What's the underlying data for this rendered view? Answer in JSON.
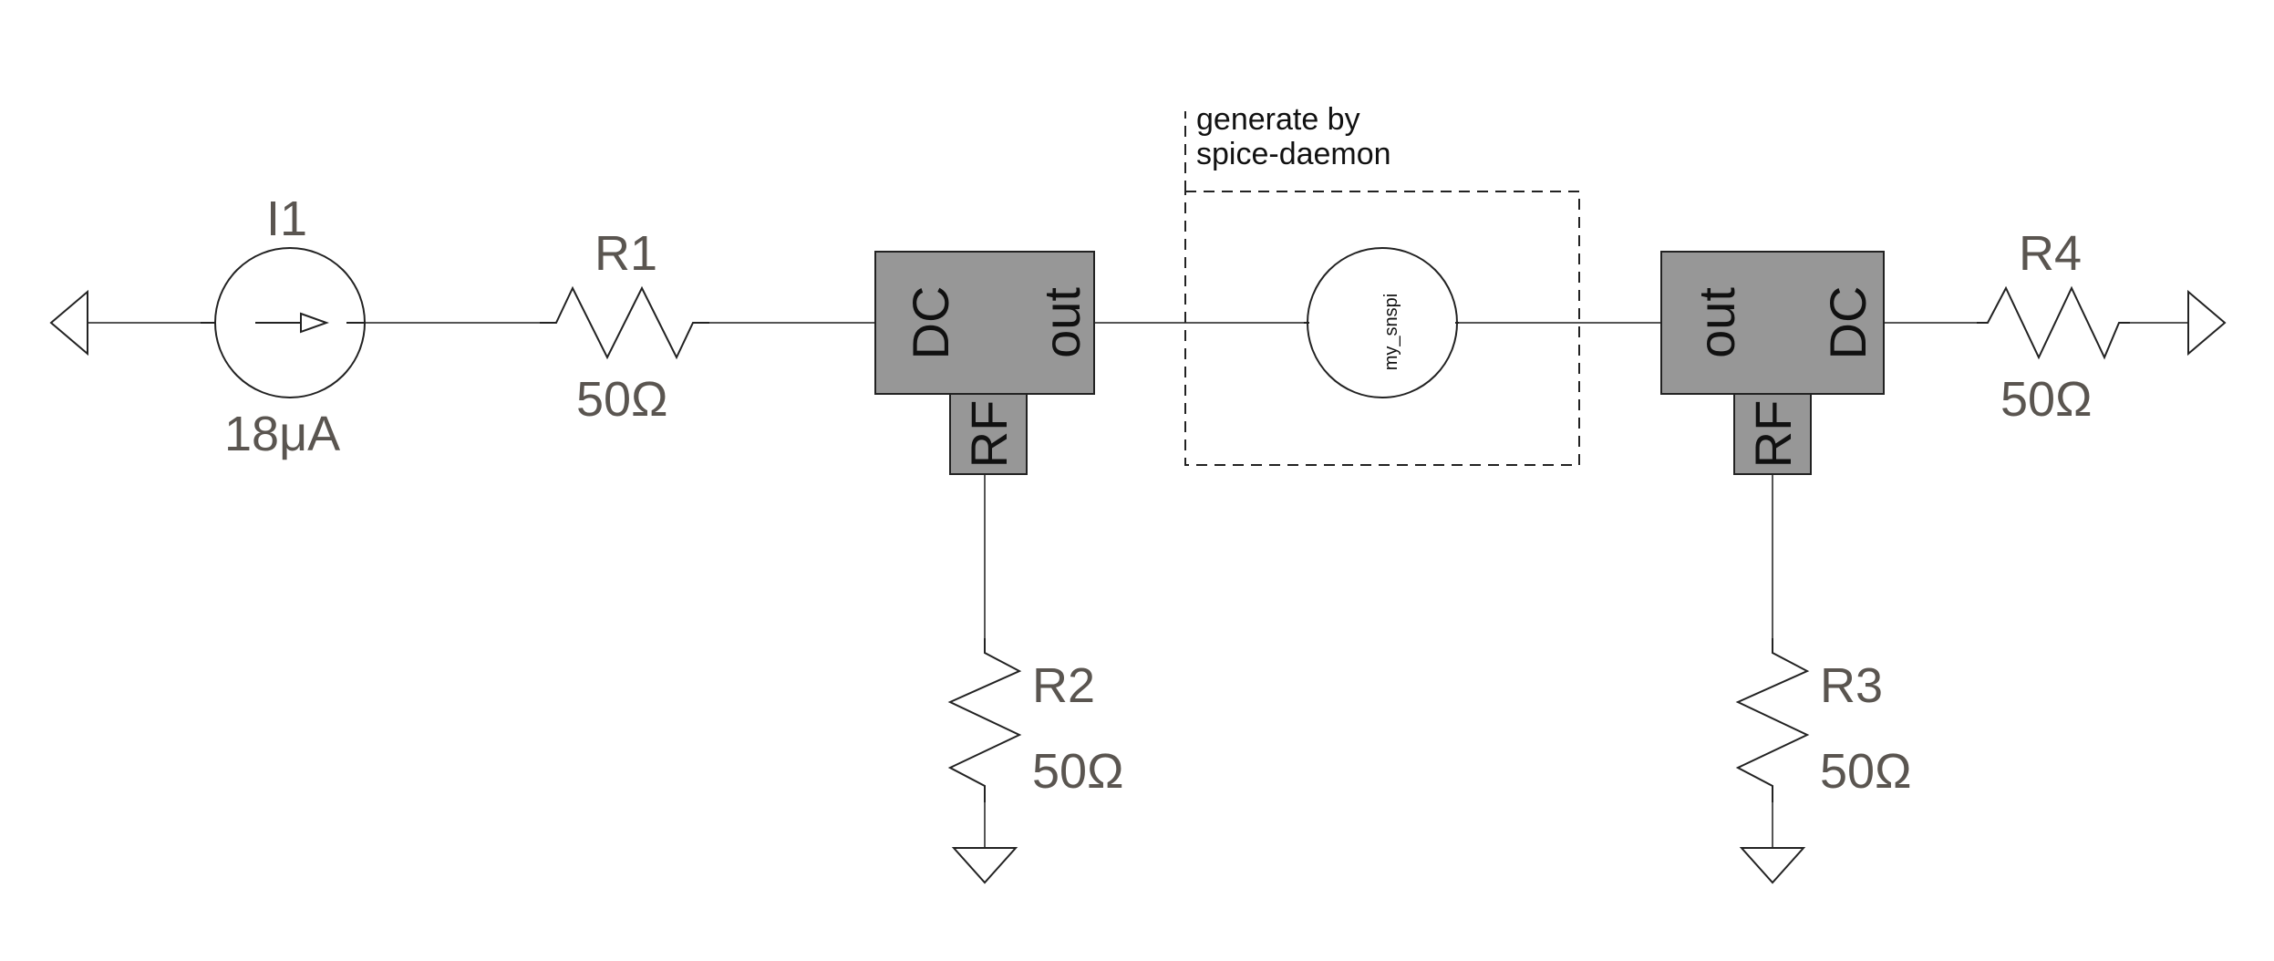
{
  "title": "",
  "annotation": {
    "line1": "generate by",
    "line2": "spice-daemon"
  },
  "current_source": {
    "name": "I1",
    "value": "18μA"
  },
  "resistors": [
    {
      "name": "R1",
      "value": "50Ω"
    },
    {
      "name": "R2",
      "value": "50Ω"
    },
    {
      "name": "R3",
      "value": "50Ω"
    },
    {
      "name": "R4",
      "value": "50Ω"
    }
  ],
  "bias_tees": [
    {
      "dc_label": "DC",
      "out_label": "out",
      "rf_label": "RF"
    },
    {
      "dc_label": "DC",
      "out_label": "out",
      "rf_label": "RF"
    }
  ],
  "device": {
    "name": "my_snspi"
  },
  "colors": {
    "box_fill": "#979797",
    "label_text": "#5a5550",
    "wire": "#555555"
  }
}
